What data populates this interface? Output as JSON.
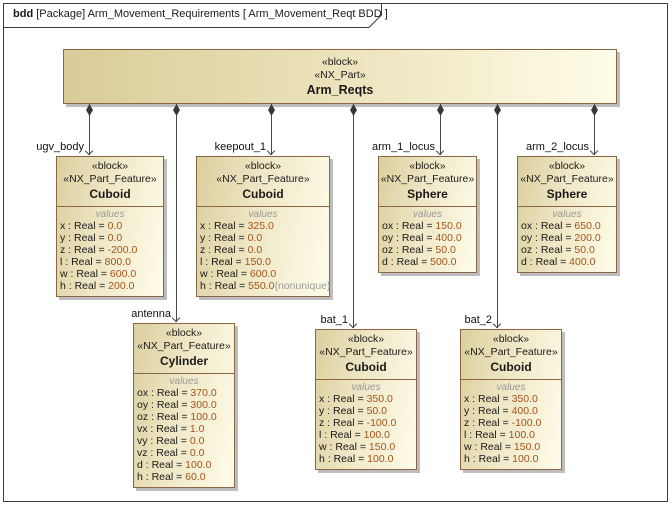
{
  "header": {
    "keyword": "bdd",
    "title": " [Package] Arm_Movement_Requirements [ Arm_Movement_Reqt BDD ]"
  },
  "colors": {
    "block_border": "#8a6642",
    "block_fill_dark": "#dbcf9e",
    "block_fill_light": "#fffdea",
    "shadow": "#bdbdbd",
    "connector": "#474747",
    "value_number": "#a4541c",
    "caption_gray": "#9a9a9a",
    "frame_border": "#3c3c3c"
  },
  "root": {
    "stereotypes": [
      "«block»",
      "«NX_Part»"
    ],
    "name": "Arm_Reqts"
  },
  "blocks": [
    {
      "role": "ugv_body",
      "stereotypes": [
        "«block»",
        "«NX_Part_Feature»"
      ],
      "name": "Cuboid",
      "values_caption": "values",
      "values": [
        {
          "lhs": "x : Real = ",
          "num": "0.0",
          "tag": ""
        },
        {
          "lhs": "y : Real = ",
          "num": "0.0",
          "tag": ""
        },
        {
          "lhs": "z : Real = ",
          "num": "-200.0",
          "tag": ""
        },
        {
          "lhs": "l : Real = ",
          "num": "800.0",
          "tag": ""
        },
        {
          "lhs": "w : Real = ",
          "num": "600.0",
          "tag": ""
        },
        {
          "lhs": "h : Real = ",
          "num": "200.0",
          "tag": ""
        }
      ]
    },
    {
      "role": "keepout_1",
      "stereotypes": [
        "«block»",
        "«NX_Part_Feature»"
      ],
      "name": "Cuboid",
      "values_caption": "values",
      "values": [
        {
          "lhs": "x : Real = ",
          "num": "325.0",
          "tag": ""
        },
        {
          "lhs": "y : Real = ",
          "num": "0.0",
          "tag": ""
        },
        {
          "lhs": "z : Real = ",
          "num": "0.0",
          "tag": ""
        },
        {
          "lhs": "l : Real = ",
          "num": "150.0",
          "tag": ""
        },
        {
          "lhs": "w : Real = ",
          "num": "600.0",
          "tag": ""
        },
        {
          "lhs": "h : Real = ",
          "num": "550.0",
          "tag": "{nonunique}"
        }
      ]
    },
    {
      "role": "arm_1_locus",
      "stereotypes": [
        "«block»",
        "«NX_Part_Feature»"
      ],
      "name": "Sphere",
      "values_caption": "values",
      "values": [
        {
          "lhs": "ox : Real = ",
          "num": "150.0",
          "tag": ""
        },
        {
          "lhs": "oy : Real = ",
          "num": "400.0",
          "tag": ""
        },
        {
          "lhs": "oz : Real = ",
          "num": "50.0",
          "tag": ""
        },
        {
          "lhs": "d : Real = ",
          "num": "500.0",
          "tag": ""
        }
      ]
    },
    {
      "role": "arm_2_locus",
      "stereotypes": [
        "«block»",
        "«NX_Part_Feature»"
      ],
      "name": "Sphere",
      "values_caption": "values",
      "values": [
        {
          "lhs": "ox : Real = ",
          "num": "650.0",
          "tag": ""
        },
        {
          "lhs": "oy : Real = ",
          "num": "200.0",
          "tag": ""
        },
        {
          "lhs": "oz : Real = ",
          "num": "50.0",
          "tag": ""
        },
        {
          "lhs": "d : Real = ",
          "num": "400.0",
          "tag": ""
        }
      ]
    },
    {
      "role": "antenna",
      "stereotypes": [
        "«block»",
        "«NX_Part_Feature»"
      ],
      "name": "Cylinder",
      "values_caption": "values",
      "values": [
        {
          "lhs": "ox : Real = ",
          "num": "370.0",
          "tag": ""
        },
        {
          "lhs": "oy : Real = ",
          "num": "300.0",
          "tag": ""
        },
        {
          "lhs": "oz : Real = ",
          "num": "100.0",
          "tag": ""
        },
        {
          "lhs": "vx : Real = ",
          "num": "1.0",
          "tag": ""
        },
        {
          "lhs": "vy : Real = ",
          "num": "0.0",
          "tag": ""
        },
        {
          "lhs": "vz : Real = ",
          "num": "0.0",
          "tag": ""
        },
        {
          "lhs": "d : Real = ",
          "num": "100.0",
          "tag": ""
        },
        {
          "lhs": "h : Real = ",
          "num": "60.0",
          "tag": ""
        }
      ]
    },
    {
      "role": "bat_1",
      "stereotypes": [
        "«block»",
        "«NX_Part_Feature»"
      ],
      "name": "Cuboid",
      "values_caption": "values",
      "values": [
        {
          "lhs": "x : Real = ",
          "num": "350.0",
          "tag": ""
        },
        {
          "lhs": "y : Real = ",
          "num": "50.0",
          "tag": ""
        },
        {
          "lhs": "z : Real = ",
          "num": "-100.0",
          "tag": ""
        },
        {
          "lhs": "l : Real = ",
          "num": "100.0",
          "tag": ""
        },
        {
          "lhs": "w : Real = ",
          "num": "150.0",
          "tag": ""
        },
        {
          "lhs": "h : Real = ",
          "num": "100.0",
          "tag": ""
        }
      ]
    },
    {
      "role": "bat_2",
      "stereotypes": [
        "«block»",
        "«NX_Part_Feature»"
      ],
      "name": "Cuboid",
      "values_caption": "values",
      "values": [
        {
          "lhs": "x : Real = ",
          "num": "350.0",
          "tag": ""
        },
        {
          "lhs": "y : Real = ",
          "num": "400.0",
          "tag": ""
        },
        {
          "lhs": "z : Real = ",
          "num": "-100.0",
          "tag": ""
        },
        {
          "lhs": "l : Real = ",
          "num": "100.0",
          "tag": ""
        },
        {
          "lhs": "w : Real = ",
          "num": "150.0",
          "tag": ""
        },
        {
          "lhs": "h : Real = ",
          "num": "100.0",
          "tag": ""
        }
      ]
    }
  ]
}
